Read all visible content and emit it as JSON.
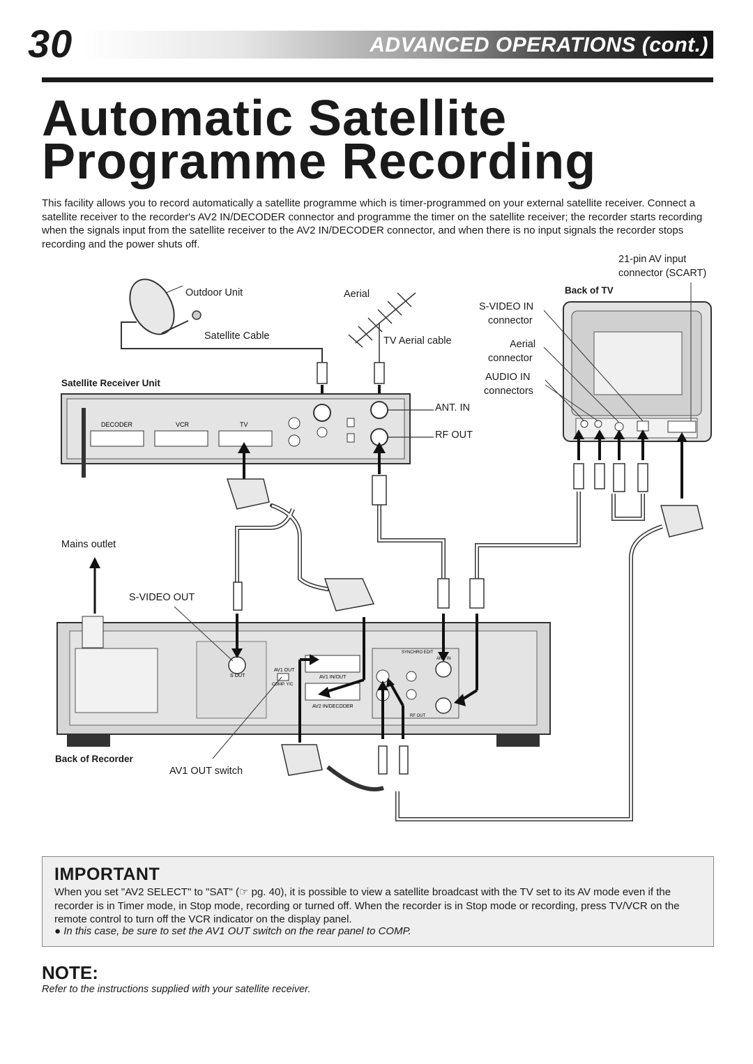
{
  "header": {
    "page_number": "30",
    "section": "ADVANCED OPERATIONS (cont.)"
  },
  "title": {
    "line1": "Automatic Satellite",
    "line2": "Programme Recording"
  },
  "intro": "This facility allows you to record automatically a satellite programme which is timer-programmed on your external satellite receiver. Connect a satellite receiver to the recorder's AV2 IN/DECODER connector and programme the timer on the satellite receiver; the recorder starts recording when the signals input from the satellite receiver to the AV2 IN/DECODER connector, and when there is no input signals the recorder stops recording and the power shuts off.",
  "diagram": {
    "outdoor_unit": "Outdoor Unit",
    "satellite_cable": "Satellite Cable",
    "aerial_top": "Aerial",
    "tv_aerial_cable": "TV Aerial cable",
    "satellite_receiver_unit": "Satellite Receiver Unit",
    "receiver_decoder": "DECODER",
    "receiver_vcr": "VCR",
    "receiver_tv": "TV",
    "ant_in": "ANT. IN",
    "rf_out": "RF OUT",
    "pin_av_input_1": "21-pin AV input",
    "pin_av_input_2": "connector (SCART)",
    "back_of_tv": "Back of TV",
    "svideo_in_1": "S-VIDEO IN",
    "svideo_in_2": "connector",
    "aerial_conn_1": "Aerial",
    "aerial_conn_2": "connector",
    "audio_in_1": "AUDIO IN",
    "audio_in_2": "connectors",
    "mains_outlet": "Mains outlet",
    "svideo_out": "S-VIDEO OUT",
    "back_of_recorder": "Back of Recorder",
    "av1_out_switch": "AV1 OUT switch",
    "rec_s_out": "S OUT",
    "rec_av1_out": "AV1 OUT",
    "rec_comp": "COMP.  Y/C",
    "rec_av1_inout": "AV1 IN/OUT",
    "rec_av2_in_decoder": "AV2 IN/DECODER",
    "rec_synchro_edit": "SYNCHRO EDIT",
    "rec_ant_in": "ANT. IN",
    "rec_rf_out": "RF OUT"
  },
  "important": {
    "heading": "IMPORTANT",
    "text": "When you set \"AV2 SELECT\" to \"SAT\" (☞ pg. 40), it is possible to view a satellite broadcast with the TV set to its AV mode even if the recorder is in Timer mode, in Stop mode, recording or turned off. When the recorder is in Stop mode or recording, press TV/VCR on the remote control to turn off the VCR indicator on the display panel.",
    "bullet": "● In this case, be sure to set the AV1 OUT switch on the rear panel to COMP."
  },
  "note": {
    "heading": "NOTE:",
    "text": "Refer to the instructions supplied with your satellite receiver."
  }
}
